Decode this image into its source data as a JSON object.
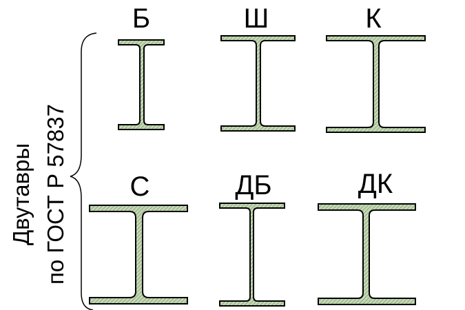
{
  "title_lines": [
    "Двутавры",
    "по ГОСТ Р 57837"
  ],
  "beams": [
    {
      "label": "Б"
    },
    {
      "label": "Ш"
    },
    {
      "label": "К"
    },
    {
      "label": "С"
    },
    {
      "label": "ДБ"
    },
    {
      "label": "ДК"
    }
  ],
  "colors": {
    "fill": "#c5d8b5",
    "hatch": "#7f9c70",
    "stroke": "#000000"
  }
}
